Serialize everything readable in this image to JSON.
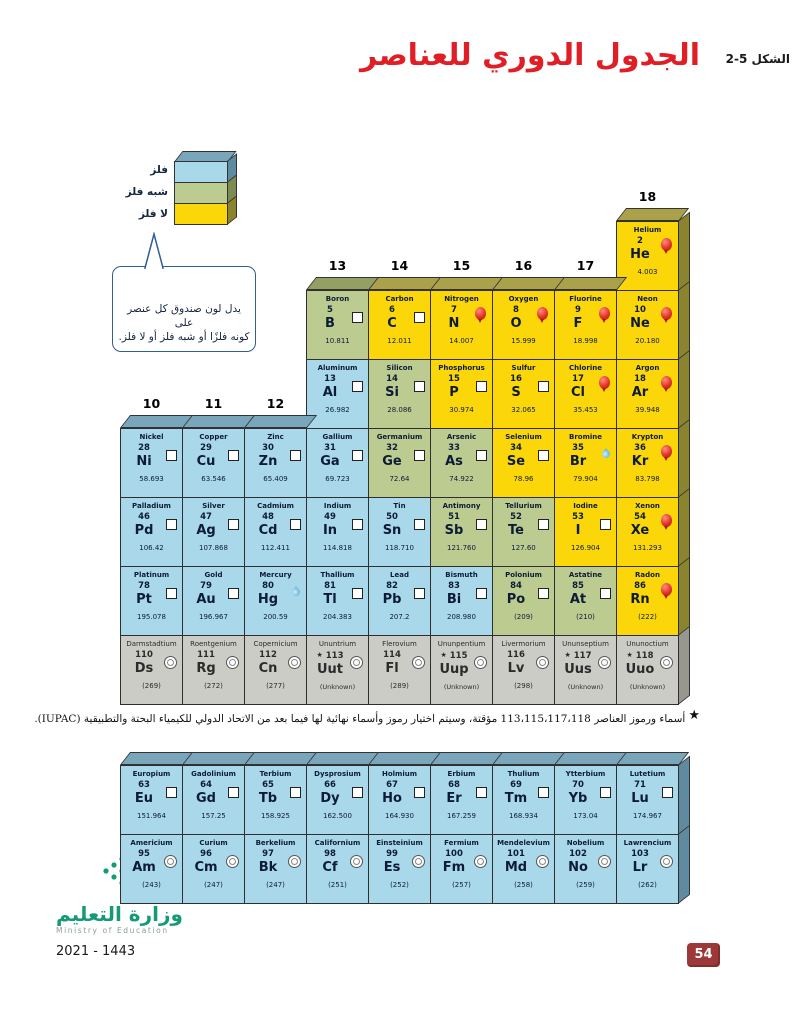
{
  "header": {
    "figure_label": "الشكل 5-2",
    "title": "الجدول الدوري للعناصر"
  },
  "legend": {
    "items": [
      {
        "label": "فلز",
        "cat": "metal"
      },
      {
        "label": "شبه فلز",
        "cat": "metalloid"
      },
      {
        "label": "لا فلز",
        "cat": "nonmetal"
      }
    ],
    "callout": "يدل لون صندوق كل عنصر على\nكونه فلزًا أو شبه فلز أو لا فلز."
  },
  "groups": [
    {
      "label": "10",
      "c": 1,
      "r": 3
    },
    {
      "label": "11",
      "c": 2,
      "r": 3
    },
    {
      "label": "12",
      "c": 3,
      "r": 3
    },
    {
      "label": "13",
      "c": 4,
      "r": 1
    },
    {
      "label": "14",
      "c": 5,
      "r": 1
    },
    {
      "label": "15",
      "c": 6,
      "r": 1
    },
    {
      "label": "16",
      "c": 7,
      "r": 1
    },
    {
      "label": "17",
      "c": 8,
      "r": 1
    },
    {
      "label": "18",
      "c": 9,
      "r": 0
    }
  ],
  "colors": {
    "metal": "#a9d8ea",
    "metalloid": "#bccb90",
    "nonmetal": "#fbd70a",
    "unknown": "#cbccc6",
    "title_red": "#e01e25",
    "ministry_green": "#159a78",
    "page_badge": "#9d3838"
  },
  "table": {
    "main": [
      {
        "n": "Helium",
        "a": "2",
        "s": "He",
        "m": "4.003",
        "cat": "nonmetal",
        "st": "gas",
        "r": 0,
        "c": 9,
        "tf": 1,
        "sf": 1
      },
      {
        "n": "Boron",
        "a": "5",
        "s": "B",
        "m": "10.811",
        "cat": "metalloid",
        "st": "solid",
        "r": 1,
        "c": 4,
        "tf": 1
      },
      {
        "n": "Carbon",
        "a": "6",
        "s": "C",
        "m": "12.011",
        "cat": "nonmetal",
        "st": "solid",
        "r": 1,
        "c": 5,
        "tf": 1
      },
      {
        "n": "Nitrogen",
        "a": "7",
        "s": "N",
        "m": "14.007",
        "cat": "nonmetal",
        "st": "gas",
        "r": 1,
        "c": 6,
        "tf": 1
      },
      {
        "n": "Oxygen",
        "a": "8",
        "s": "O",
        "m": "15.999",
        "cat": "nonmetal",
        "st": "gas",
        "r": 1,
        "c": 7,
        "tf": 1
      },
      {
        "n": "Fluorine",
        "a": "9",
        "s": "F",
        "m": "18.998",
        "cat": "nonmetal",
        "st": "gas",
        "r": 1,
        "c": 8,
        "tf": 1
      },
      {
        "n": "Neon",
        "a": "10",
        "s": "Ne",
        "m": "20.180",
        "cat": "nonmetal",
        "st": "gas",
        "r": 1,
        "c": 9,
        "sf": 1
      },
      {
        "n": "Aluminum",
        "a": "13",
        "s": "Al",
        "m": "26.982",
        "cat": "metal",
        "st": "solid",
        "r": 2,
        "c": 4
      },
      {
        "n": "Silicon",
        "a": "14",
        "s": "Si",
        "m": "28.086",
        "cat": "metalloid",
        "st": "solid",
        "r": 2,
        "c": 5
      },
      {
        "n": "Phosphorus",
        "a": "15",
        "s": "P",
        "m": "30.974",
        "cat": "nonmetal",
        "st": "solid",
        "r": 2,
        "c": 6
      },
      {
        "n": "Sulfur",
        "a": "16",
        "s": "S",
        "m": "32.065",
        "cat": "nonmetal",
        "st": "solid",
        "r": 2,
        "c": 7
      },
      {
        "n": "Chlorine",
        "a": "17",
        "s": "Cl",
        "m": "35.453",
        "cat": "nonmetal",
        "st": "gas",
        "r": 2,
        "c": 8
      },
      {
        "n": "Argon",
        "a": "18",
        "s": "Ar",
        "m": "39.948",
        "cat": "nonmetal",
        "st": "gas",
        "r": 2,
        "c": 9,
        "sf": 1
      },
      {
        "n": "Nickel",
        "a": "28",
        "s": "Ni",
        "m": "58.693",
        "cat": "metal",
        "st": "solid",
        "r": 3,
        "c": 1,
        "tf": 1
      },
      {
        "n": "Copper",
        "a": "29",
        "s": "Cu",
        "m": "63.546",
        "cat": "metal",
        "st": "solid",
        "r": 3,
        "c": 2,
        "tf": 1
      },
      {
        "n": "Zinc",
        "a": "30",
        "s": "Zn",
        "m": "65.409",
        "cat": "metal",
        "st": "solid",
        "r": 3,
        "c": 3,
        "tf": 1
      },
      {
        "n": "Gallium",
        "a": "31",
        "s": "Ga",
        "m": "69.723",
        "cat": "metal",
        "st": "solid",
        "r": 3,
        "c": 4
      },
      {
        "n": "Germanium",
        "a": "32",
        "s": "Ge",
        "m": "72.64",
        "cat": "metalloid",
        "st": "solid",
        "r": 3,
        "c": 5
      },
      {
        "n": "Arsenic",
        "a": "33",
        "s": "As",
        "m": "74.922",
        "cat": "metalloid",
        "st": "solid",
        "r": 3,
        "c": 6
      },
      {
        "n": "Selenium",
        "a": "34",
        "s": "Se",
        "m": "78.96",
        "cat": "nonmetal",
        "st": "solid",
        "r": 3,
        "c": 7
      },
      {
        "n": "Bromine",
        "a": "35",
        "s": "Br",
        "m": "79.904",
        "cat": "nonmetal",
        "st": "liquid",
        "r": 3,
        "c": 8
      },
      {
        "n": "Krypton",
        "a": "36",
        "s": "Kr",
        "m": "83.798",
        "cat": "nonmetal",
        "st": "gas",
        "r": 3,
        "c": 9,
        "sf": 1
      },
      {
        "n": "Palladium",
        "a": "46",
        "s": "Pd",
        "m": "106.42",
        "cat": "metal",
        "st": "solid",
        "r": 4,
        "c": 1
      },
      {
        "n": "Silver",
        "a": "47",
        "s": "Ag",
        "m": "107.868",
        "cat": "metal",
        "st": "solid",
        "r": 4,
        "c": 2
      },
      {
        "n": "Cadmium",
        "a": "48",
        "s": "Cd",
        "m": "112.411",
        "cat": "metal",
        "st": "solid",
        "r": 4,
        "c": 3
      },
      {
        "n": "Indium",
        "a": "49",
        "s": "In",
        "m": "114.818",
        "cat": "metal",
        "st": "solid",
        "r": 4,
        "c": 4
      },
      {
        "n": "Tin",
        "a": "50",
        "s": "Sn",
        "m": "118.710",
        "cat": "metal",
        "st": "solid",
        "r": 4,
        "c": 5
      },
      {
        "n": "Antimony",
        "a": "51",
        "s": "Sb",
        "m": "121.760",
        "cat": "metalloid",
        "st": "solid",
        "r": 4,
        "c": 6
      },
      {
        "n": "Tellurium",
        "a": "52",
        "s": "Te",
        "m": "127.60",
        "cat": "metalloid",
        "st": "solid",
        "r": 4,
        "c": 7
      },
      {
        "n": "Iodine",
        "a": "53",
        "s": "I",
        "m": "126.904",
        "cat": "nonmetal",
        "st": "solid",
        "r": 4,
        "c": 8
      },
      {
        "n": "Xenon",
        "a": "54",
        "s": "Xe",
        "m": "131.293",
        "cat": "nonmetal",
        "st": "gas",
        "r": 4,
        "c": 9,
        "sf": 1
      },
      {
        "n": "Platinum",
        "a": "78",
        "s": "Pt",
        "m": "195.078",
        "cat": "metal",
        "st": "solid",
        "r": 5,
        "c": 1
      },
      {
        "n": "Gold",
        "a": "79",
        "s": "Au",
        "m": "196.967",
        "cat": "metal",
        "st": "solid",
        "r": 5,
        "c": 2
      },
      {
        "n": "Mercury",
        "a": "80",
        "s": "Hg",
        "m": "200.59",
        "cat": "metal",
        "st": "liquid",
        "r": 5,
        "c": 3
      },
      {
        "n": "Thallium",
        "a": "81",
        "s": "Tl",
        "m": "204.383",
        "cat": "metal",
        "st": "solid",
        "r": 5,
        "c": 4
      },
      {
        "n": "Lead",
        "a": "82",
        "s": "Pb",
        "m": "207.2",
        "cat": "metal",
        "st": "solid",
        "r": 5,
        "c": 5
      },
      {
        "n": "Bismuth",
        "a": "83",
        "s": "Bi",
        "m": "208.980",
        "cat": "metal",
        "st": "solid",
        "r": 5,
        "c": 6
      },
      {
        "n": "Polonium",
        "a": "84",
        "s": "Po",
        "m": "(209)",
        "cat": "metalloid",
        "st": "solid",
        "r": 5,
        "c": 7
      },
      {
        "n": "Astatine",
        "a": "85",
        "s": "At",
        "m": "(210)",
        "cat": "metalloid",
        "st": "solid",
        "r": 5,
        "c": 8
      },
      {
        "n": "Radon",
        "a": "86",
        "s": "Rn",
        "m": "(222)",
        "cat": "nonmetal",
        "st": "gas",
        "r": 5,
        "c": 9,
        "sf": 1
      },
      {
        "n": "Darmstadtium",
        "a": "110",
        "s": "Ds",
        "m": "(269)",
        "cat": "unknown",
        "st": "synthetic",
        "r": 6,
        "c": 1
      },
      {
        "n": "Roentgenium",
        "a": "111",
        "s": "Rg",
        "m": "(272)",
        "cat": "unknown",
        "st": "synthetic",
        "r": 6,
        "c": 2
      },
      {
        "n": "Copernicium",
        "a": "112",
        "s": "Cn",
        "m": "(277)",
        "cat": "unknown",
        "st": "synthetic",
        "r": 6,
        "c": 3
      },
      {
        "n": "Ununtrium",
        "a": "113",
        "s": "Uut",
        "m": "(Unknown)",
        "cat": "unknown",
        "st": "synthetic",
        "r": 6,
        "c": 4,
        "star": 1
      },
      {
        "n": "Flerovium",
        "a": "114",
        "s": "Fl",
        "m": "(289)",
        "cat": "unknown",
        "st": "synthetic",
        "r": 6,
        "c": 5
      },
      {
        "n": "Ununpentium",
        "a": "115",
        "s": "Uup",
        "m": "(Unknown)",
        "cat": "unknown",
        "st": "synthetic",
        "r": 6,
        "c": 6,
        "star": 1
      },
      {
        "n": "Livermorium",
        "a": "116",
        "s": "Lv",
        "m": "(298)",
        "cat": "unknown",
        "st": "synthetic",
        "r": 6,
        "c": 7
      },
      {
        "n": "Ununseptium",
        "a": "117",
        "s": "Uus",
        "m": "(Unknown)",
        "cat": "unknown",
        "st": "synthetic",
        "r": 6,
        "c": 8,
        "star": 1
      },
      {
        "n": "Ununoctium",
        "a": "118",
        "s": "Uuo",
        "m": "(Unknown)",
        "cat": "unknown",
        "st": "synthetic",
        "r": 6,
        "c": 9,
        "star": 1,
        "sf": 1
      }
    ],
    "inner": [
      {
        "n": "Europium",
        "a": "63",
        "s": "Eu",
        "m": "151.964",
        "cat": "metal",
        "st": "solid",
        "r": 0,
        "c": 1,
        "tf": 1
      },
      {
        "n": "Gadolinium",
        "a": "64",
        "s": "Gd",
        "m": "157.25",
        "cat": "metal",
        "st": "solid",
        "r": 0,
        "c": 2,
        "tf": 1
      },
      {
        "n": "Terbium",
        "a": "65",
        "s": "Tb",
        "m": "158.925",
        "cat": "metal",
        "st": "solid",
        "r": 0,
        "c": 3,
        "tf": 1
      },
      {
        "n": "Dysprosium",
        "a": "66",
        "s": "Dy",
        "m": "162.500",
        "cat": "metal",
        "st": "solid",
        "r": 0,
        "c": 4,
        "tf": 1
      },
      {
        "n": "Holmium",
        "a": "67",
        "s": "Ho",
        "m": "164.930",
        "cat": "metal",
        "st": "solid",
        "r": 0,
        "c": 5,
        "tf": 1
      },
      {
        "n": "Erbium",
        "a": "68",
        "s": "Er",
        "m": "167.259",
        "cat": "metal",
        "st": "solid",
        "r": 0,
        "c": 6,
        "tf": 1
      },
      {
        "n": "Thulium",
        "a": "69",
        "s": "Tm",
        "m": "168.934",
        "cat": "metal",
        "st": "solid",
        "r": 0,
        "c": 7,
        "tf": 1
      },
      {
        "n": "Ytterbium",
        "a": "70",
        "s": "Yb",
        "m": "173.04",
        "cat": "metal",
        "st": "solid",
        "r": 0,
        "c": 8,
        "tf": 1
      },
      {
        "n": "Lutetium",
        "a": "71",
        "s": "Lu",
        "m": "174.967",
        "cat": "metal",
        "st": "solid",
        "r": 0,
        "c": 9,
        "tf": 1,
        "sf": 1
      },
      {
        "n": "Americium",
        "a": "95",
        "s": "Am",
        "m": "(243)",
        "cat": "metal",
        "st": "synthetic",
        "r": 1,
        "c": 1
      },
      {
        "n": "Curium",
        "a": "96",
        "s": "Cm",
        "m": "(247)",
        "cat": "metal",
        "st": "synthetic",
        "r": 1,
        "c": 2
      },
      {
        "n": "Berkelium",
        "a": "97",
        "s": "Bk",
        "m": "(247)",
        "cat": "metal",
        "st": "synthetic",
        "r": 1,
        "c": 3
      },
      {
        "n": "Californium",
        "a": "98",
        "s": "Cf",
        "m": "(251)",
        "cat": "metal",
        "st": "synthetic",
        "r": 1,
        "c": 4
      },
      {
        "n": "Einsteinium",
        "a": "99",
        "s": "Es",
        "m": "(252)",
        "cat": "metal",
        "st": "synthetic",
        "r": 1,
        "c": 5
      },
      {
        "n": "Fermium",
        "a": "100",
        "s": "Fm",
        "m": "(257)",
        "cat": "metal",
        "st": "synthetic",
        "r": 1,
        "c": 6
      },
      {
        "n": "Mendelevium",
        "a": "101",
        "s": "Md",
        "m": "(258)",
        "cat": "metal",
        "st": "synthetic",
        "r": 1,
        "c": 7
      },
      {
        "n": "Nobelium",
        "a": "102",
        "s": "No",
        "m": "(259)",
        "cat": "metal",
        "st": "synthetic",
        "r": 1,
        "c": 8
      },
      {
        "n": "Lawrencium",
        "a": "103",
        "s": "Lr",
        "m": "(262)",
        "cat": "metal",
        "st": "synthetic",
        "r": 1,
        "c": 9,
        "sf": 1
      }
    ]
  },
  "footnote": {
    "star": "★",
    "text": "أسماء ورموز العناصر 113،115،117،118 مؤقتة، وسيتم اختيار رموز وأسماء نهائية لها فيما بعد من الاتحاد الدولي للكيمياء البحتة والتطبيقية (IUPAC)."
  },
  "footer": {
    "ministry_ar": "وزارة التعليم",
    "ministry_en": "Ministry of Education",
    "year": "2021 - 1443",
    "page": "54"
  }
}
